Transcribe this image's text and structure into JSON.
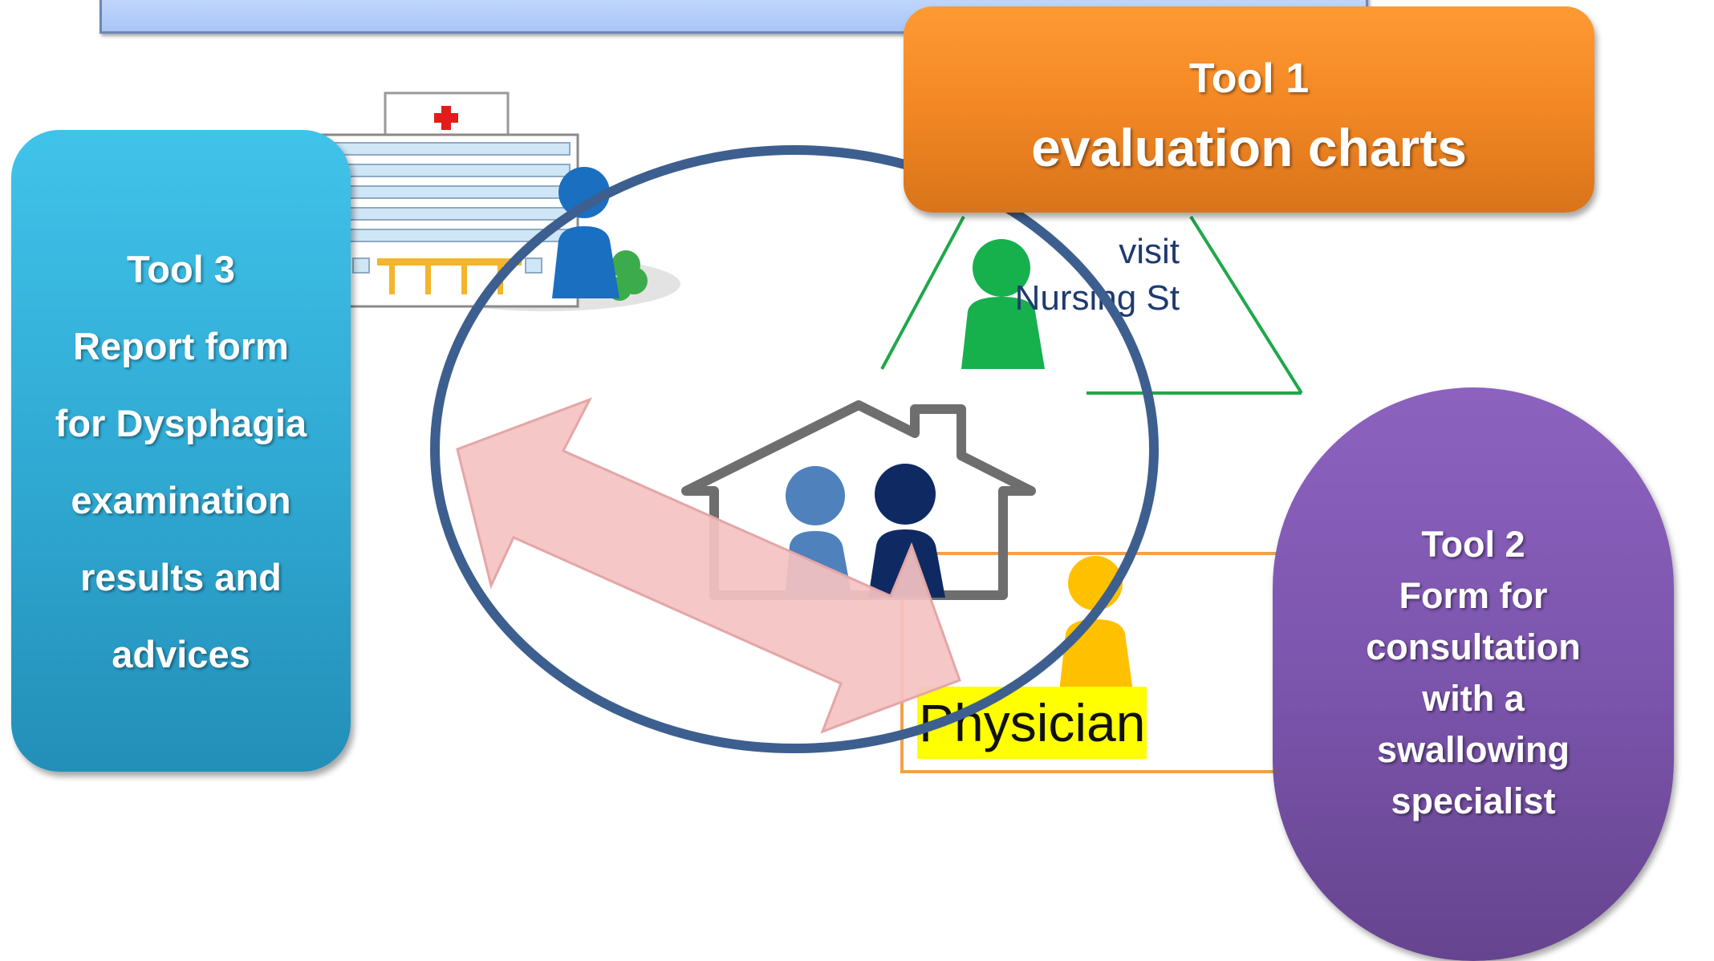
{
  "tool1": {
    "line1": "Tool 1",
    "line2": "evaluation charts",
    "color": "#f28724"
  },
  "tool3": {
    "lines": [
      "Tool 3",
      "Report form",
      "for Dysphagia",
      "examination",
      "results and",
      "advices"
    ],
    "color": "#2fa8d2"
  },
  "tool2": {
    "lines": [
      "Tool 2",
      "Form for",
      "consultation",
      "with a",
      "swallowing",
      "specialist"
    ],
    "color": "#7c55ad"
  },
  "nursing": {
    "line1": "visit",
    "line2": "Nursing St"
  },
  "physician": {
    "label": "Physician",
    "highlight": "#ffff00"
  },
  "icons": [
    "hospital-icon",
    "nurse-person-icon",
    "home-icon",
    "family-person-icon",
    "physician-person-icon",
    "double-arrow-icon"
  ],
  "colors": {
    "circle": "#3d5f8f",
    "triangle": "#1fa84a",
    "physician_box": "#f3a04a",
    "arrow": "#f4c2c2"
  }
}
